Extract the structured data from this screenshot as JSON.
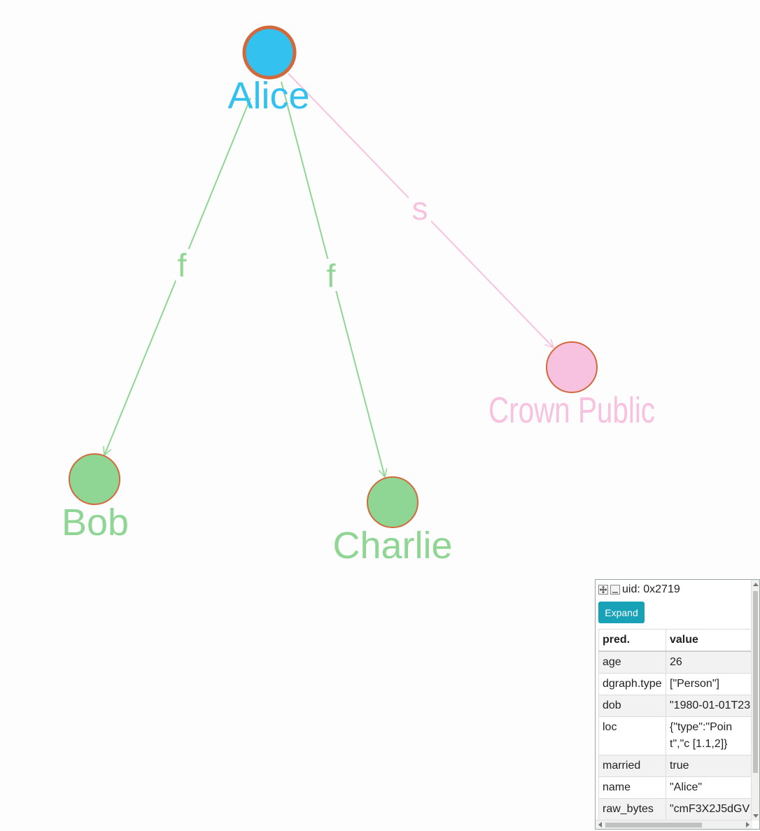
{
  "graph": {
    "nodes": {
      "alice": {
        "label": "Alice",
        "color": "#33c2ef"
      },
      "bob": {
        "label": "Bob",
        "color": "#8fd694"
      },
      "charlie": {
        "label": "Charlie",
        "color": "#8fd694"
      },
      "crown": {
        "label": "Crown Public",
        "color": "#f7c2e0"
      }
    },
    "edges": {
      "alice_bob": {
        "label": "f",
        "color": "#8fd694"
      },
      "alice_charlie": {
        "label": "f",
        "color": "#8fd694"
      },
      "alice_crown": {
        "label": "s",
        "color": "#f7c2e0"
      }
    },
    "node_border_color": "#d2693c"
  },
  "panel": {
    "uid_text": "uid: 0x2719",
    "expand_label": "Expand",
    "button_color": "#17a2b8",
    "columns": {
      "pred": "pred.",
      "value": "value"
    },
    "rows": [
      {
        "pred": "age",
        "value": "26"
      },
      {
        "pred": "dgraph.type",
        "value": "[\"Person\"]"
      },
      {
        "pred": "dob",
        "value": "\"1980-01-01T23:"
      },
      {
        "pred": "loc",
        "value": "{\"type\":\"Point\",\"c [1.1,2]}"
      },
      {
        "pred": "married",
        "value": "true"
      },
      {
        "pred": "name",
        "value": "\"Alice\""
      },
      {
        "pred": "raw_bytes",
        "value": "\"cmF3X2J5dGV"
      }
    ]
  }
}
